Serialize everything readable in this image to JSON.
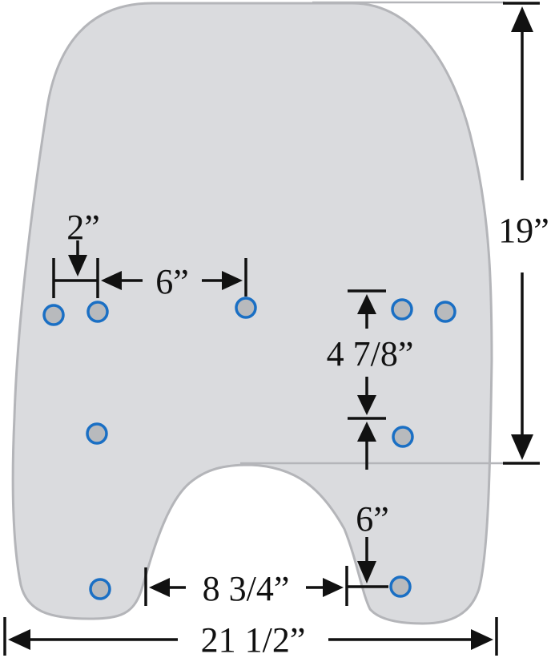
{
  "colors": {
    "panel_fill": "#dadbde",
    "panel_stroke": "#b4b5b9",
    "hole_fill": "#b8babd",
    "hole_ring": "#1a6fc4",
    "line": "#111111"
  },
  "labels": {
    "total_height": "19”",
    "hole_offset": "2”",
    "hole_spacing_top": "6”",
    "vertical_spacing": "4 7/8”",
    "lower_offset": "6”",
    "notch_width": "8 3/4”",
    "total_width": "21 1/2”"
  }
}
